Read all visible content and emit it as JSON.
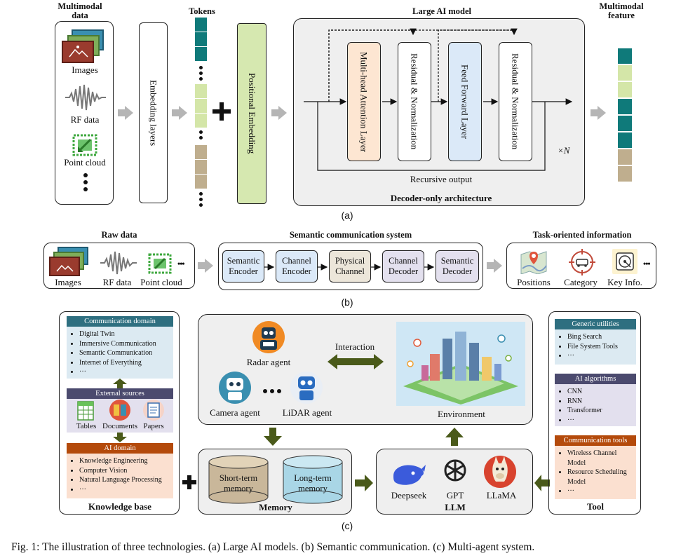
{
  "a": {
    "multimodal_data_title": "Multimodal data",
    "images_label": "Images",
    "rf_label": "RF data",
    "pointcloud_label": "Point cloud",
    "embedding_label": "Embedding layers",
    "tokens_label": "Tokens",
    "positional_label": "Positional Embedding",
    "model_title": "Large AI model",
    "attention_label": "Multi-head Attention Layer",
    "residual1_label": "Residual & Normalization",
    "ffn_label": "Feed Forward Layer",
    "residual2_label": "Residual & Normalization",
    "xn_label": "×N",
    "recursive_label": "Recursive output",
    "decoder_label": "Decoder-only architecture",
    "feature_title": "Multimodal feature",
    "caption": "(a)"
  },
  "b": {
    "raw_title": "Raw data",
    "images_label": "Images",
    "rf_label": "RF data",
    "pointcloud_label": "Point cloud",
    "ellipsis": "•••",
    "system_title": "Semantic communication system",
    "blocks": [
      "Semantic Encoder",
      "Channel Encoder",
      "Physical Channel",
      "Channel Decoder",
      "Semantic Decoder"
    ],
    "task_title": "Task-oriented information",
    "positions_label": "Positions",
    "category_label": "Category",
    "keyinfo_label": "Key Info.",
    "caption": "(b)"
  },
  "c": {
    "comm_domain_header": "Communication domain",
    "comm_domain_items": [
      "Digital Twin",
      "Immersive Communication",
      "Semantic Communication",
      "Internet of Everything",
      "···"
    ],
    "external_header": "External sources",
    "tables_label": "Tables",
    "documents_label": "Documents",
    "papers_label": "Papers",
    "ai_domain_header": "AI domain",
    "ai_domain_items": [
      "Knowledge Engineering",
      "Computer Vision",
      "Natural Language Processing",
      "···"
    ],
    "kb_title": "Knowledge base",
    "radar_label": "Radar agent",
    "camera_label": "Camera agent",
    "lidar_label": "LiDAR agent",
    "interaction_label": "Interaction",
    "environment_label": "Environment",
    "short_memory": "Short-term memory",
    "long_memory": "Long-term memory",
    "memory_title": "Memory",
    "deepseek_label": "Deepseek",
    "gpt_label": "GPT",
    "llama_label": "LLaMA",
    "llm_title": "LLM",
    "generic_header": "Generic utilities",
    "generic_items": [
      "Bing Search",
      "File System Tools",
      "···"
    ],
    "ai_alg_header": "AI algorithms",
    "ai_alg_items": [
      "CNN",
      "RNN",
      "Transformer",
      "···"
    ],
    "comm_tools_header": "Communication tools",
    "comm_tools_items": [
      "Wireless Channel Model",
      "Resource Scheduling Model",
      "···"
    ],
    "tool_title": "Tool",
    "caption": "(c)"
  },
  "figure_caption": "Fig. 1: The illustration of three technologies. (a) Large AI models. (b) Semantic communication. (c) Multi-agent system.",
  "colors": {
    "teal": "#0f7a7a",
    "light_green": "#d4e6a8",
    "tan": "#bfae8e",
    "attention_fill": "#fde6d2",
    "ffn_fill": "#dbe9f8",
    "pos_fill": "#d6e8b0",
    "header_blue": "#2e6f80",
    "header_purple": "#4b4a6e",
    "header_orange": "#b44a0b",
    "dark_olive": "#4a5a1a"
  }
}
